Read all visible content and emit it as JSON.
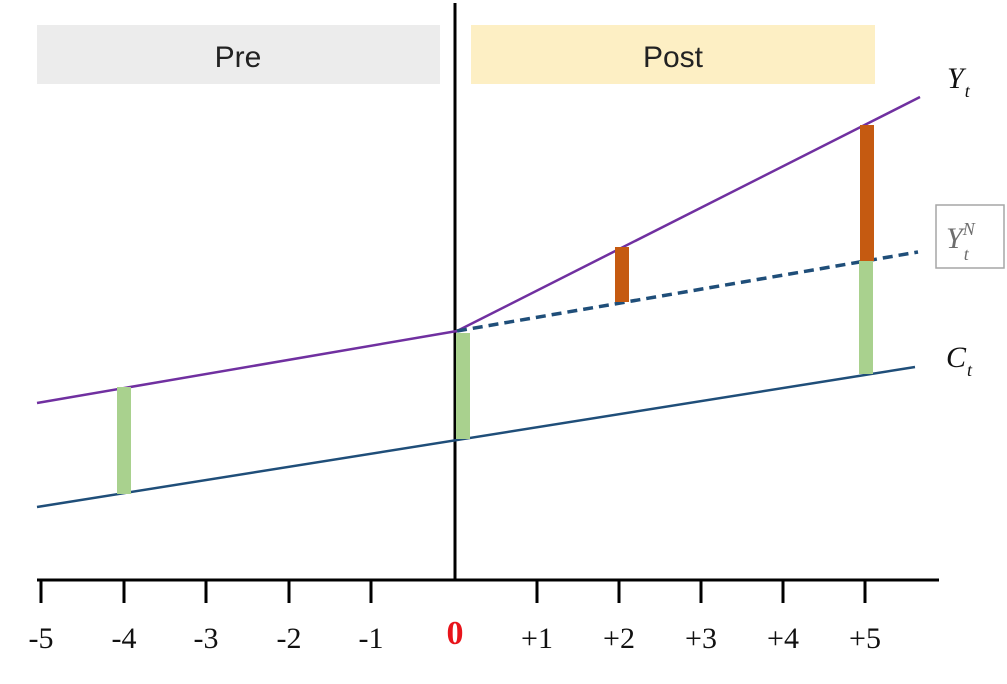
{
  "bands": {
    "pre": {
      "label": "Pre",
      "color": "#ececec"
    },
    "post": {
      "label": "Post",
      "color": "#fdefc4"
    }
  },
  "axis": {
    "ticks": [
      "-5",
      "-4",
      "-3",
      "-2",
      "-1",
      "0",
      "+1",
      "+2",
      "+3",
      "+4",
      "+5"
    ],
    "zero_label": "0",
    "zero_color": "#e8141b"
  },
  "series": {
    "treated": {
      "symbol": "Y",
      "sub": "t",
      "sup": "",
      "color": "#7030a0"
    },
    "counterfactual": {
      "symbol": "Y",
      "sub": "t",
      "sup": "N",
      "color": "#1f4e79",
      "line_style": "dashed"
    },
    "control": {
      "symbol": "C",
      "sub": "t",
      "sup": "",
      "color": "#1f4e79"
    }
  },
  "gap_colors": {
    "pre_gap": "#a9d18e",
    "effect": "#c55a11"
  }
}
